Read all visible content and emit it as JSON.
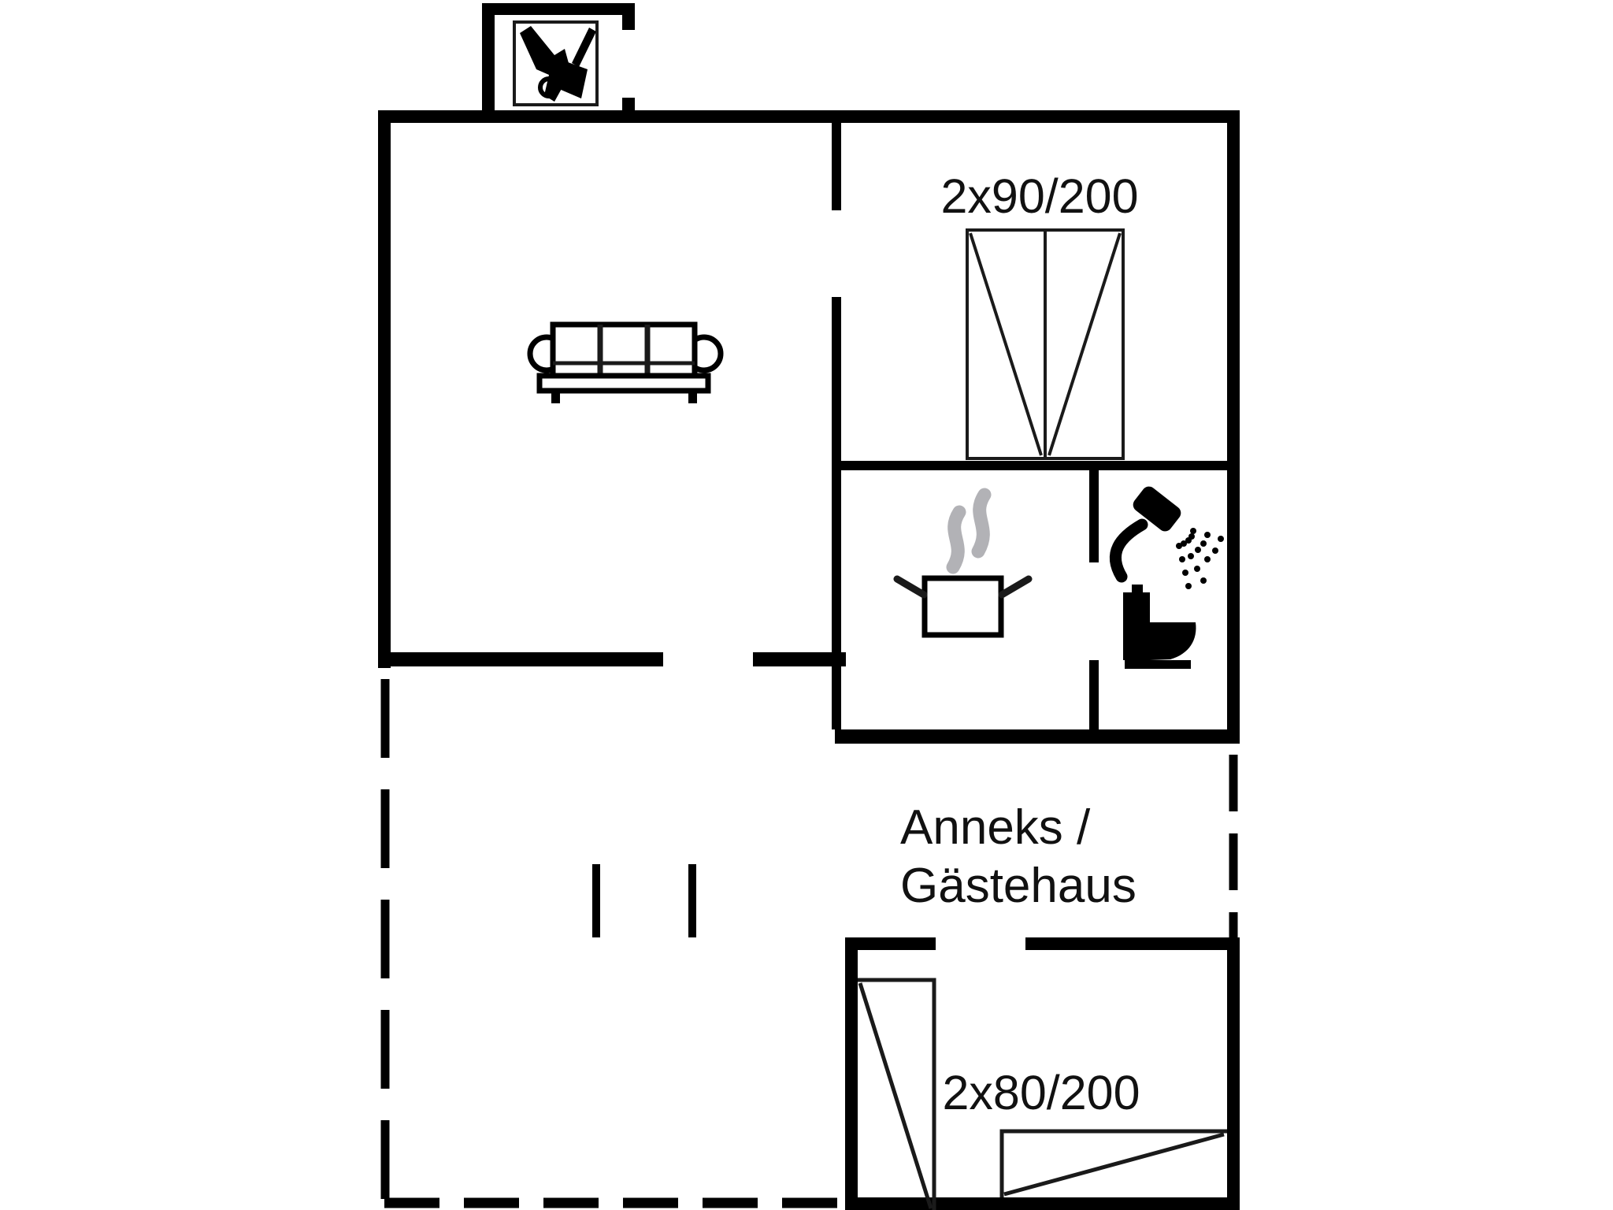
{
  "floor_plan": {
    "title": "holiday-home-floor-plan",
    "labels": {
      "bedroom_bed_size": "2x90/200",
      "annex_title_line1": "Anneks /",
      "annex_title_line2": "Gästehaus",
      "annex_bed_size": "2x80/200"
    },
    "icons": [
      "grill-icon",
      "sofa-icon",
      "double-bed-icon",
      "cooking-pot-icon",
      "steam-icon",
      "shower-icon",
      "toilet-icon",
      "single-bed-vertical-icon",
      "single-bed-horizontal-icon"
    ],
    "rooms": [
      "living-room",
      "bedroom",
      "kitchen",
      "bathroom",
      "grill-niche",
      "terrace",
      "annex"
    ],
    "colors": {
      "wall": "#000000",
      "background": "#ffffff",
      "steam": "#b2b2b6",
      "line": "#1a1a1a",
      "text": "#111111"
    }
  }
}
